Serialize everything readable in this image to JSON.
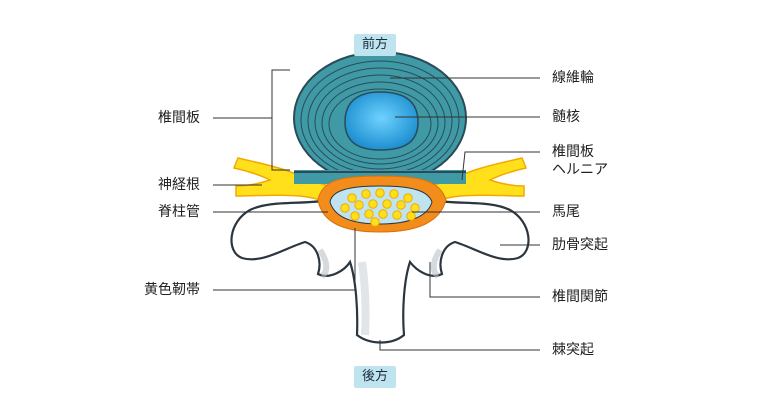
{
  "orientation": {
    "front": "前方",
    "back": "後方"
  },
  "labels_left": {
    "disc": "椎間板",
    "nerve_root": "神経根",
    "canal": "脊柱管",
    "ligament": "黄色靭帯"
  },
  "labels_right": {
    "annulus": "線維輪",
    "nucleus": "髄核",
    "herniation_line1": "椎間板",
    "herniation_line2": "ヘルニア",
    "cauda": "馬尾",
    "costal": "肋骨突起",
    "facet": "椎間関節",
    "spinous": "棘突起"
  },
  "colors": {
    "disc_outer": "#3f9aa6",
    "disc_ring_line": "#2a4b5a",
    "nucleus": "#2aa7df",
    "nerve": "#ffe01a",
    "nerve_outline": "#f2a900",
    "ligament": "#f28c1a",
    "canal_fill": "#bfe4f0",
    "bone": "#ffffff",
    "outline": "#2b3640",
    "tag_bg": "#bfe4f0"
  }
}
